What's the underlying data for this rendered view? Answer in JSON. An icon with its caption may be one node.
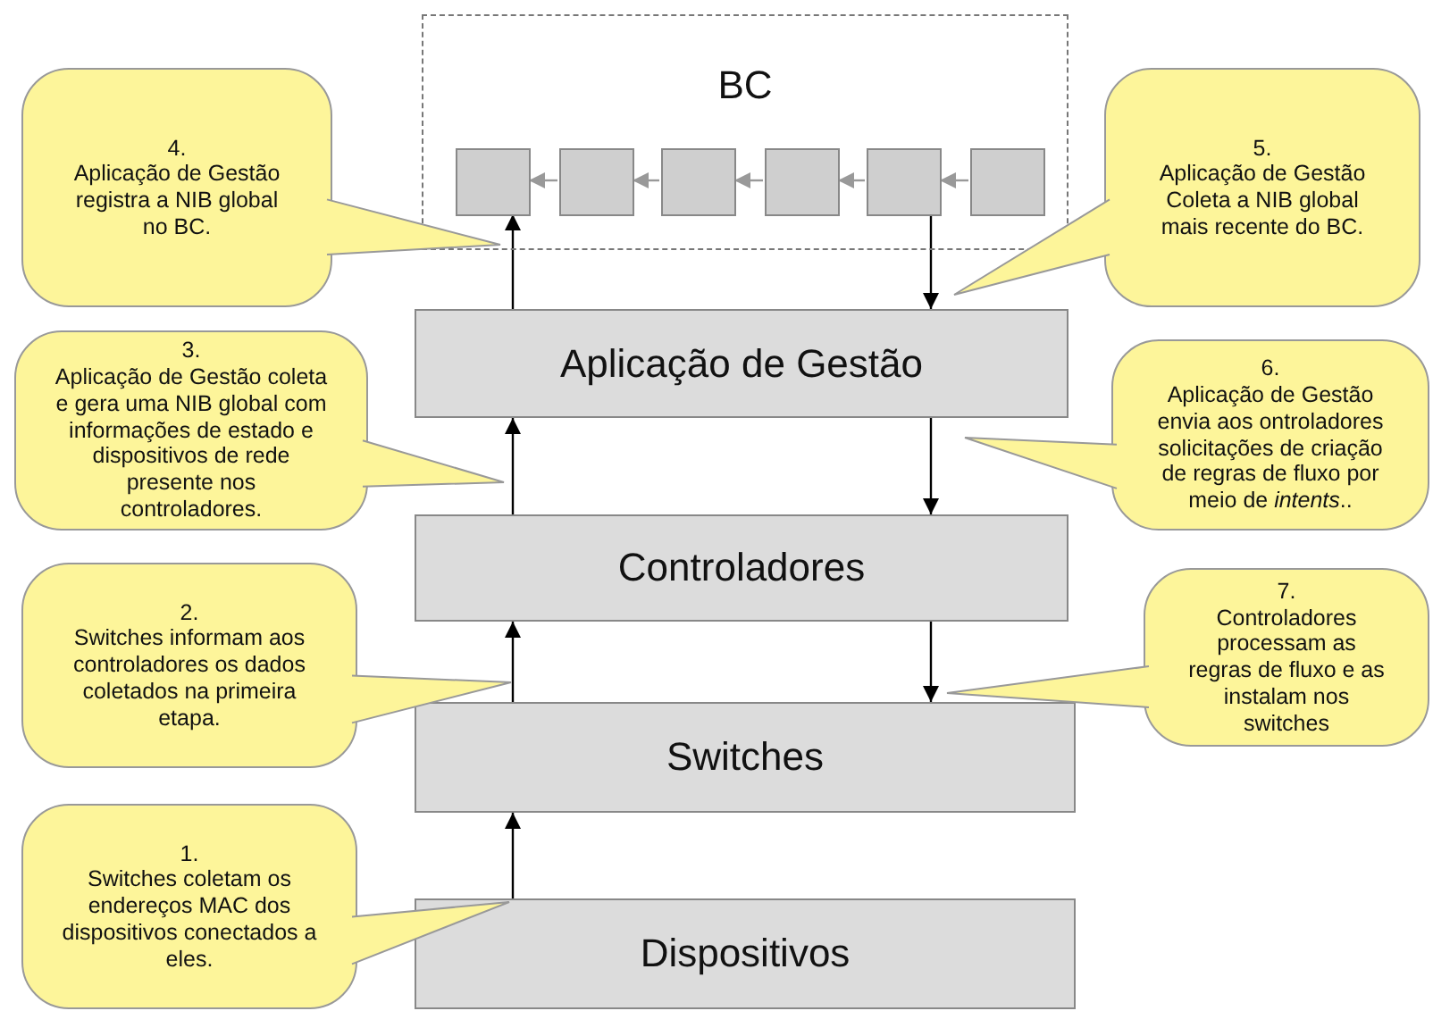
{
  "diagram": {
    "nodes": [
      {
        "text": [
          "BC"
        ]
      },
      {
        "text": [],
        "shape": "box",
        "in": 0
      },
      {
        "text": [],
        "shape": "box",
        "in": 0
      },
      {
        "text": [],
        "shape": "box",
        "in": 0
      },
      {
        "text": [],
        "shape": "box",
        "in": 0
      },
      {
        "text": [],
        "shape": "box",
        "in": 0
      },
      {
        "text": [],
        "shape": "box",
        "in": 0
      },
      {
        "text": [
          "Aplicação de Gestão"
        ]
      },
      {
        "text": [
          "Controladores"
        ]
      },
      {
        "text": [
          "Switches"
        ]
      },
      {
        "text": [
          "Dispositivos"
        ]
      },
      {
        "text": [
          "4.",
          "Aplicação de Gestão registra a NIB global no BC."
        ]
      },
      {
        "text": [
          "5.",
          "Aplicação de Gestão Coleta a NIB global mais recente do BC."
        ]
      },
      {
        "text": [
          "3.",
          "Aplicação de Gestão coleta e gera uma NIB global com informações de estado e dispositivos de rede presente nos controladores."
        ]
      },
      {
        "text": [
          "6.",
          "Aplicação de Gestão envia aos ontroladores solicitações de criação de regras de fluxo por meio de *intents*.."
        ]
      },
      {
        "text": [
          "2.",
          "Switches informam aos controladores os dados coletados na primeira etapa."
        ]
      },
      {
        "text": [
          "7.",
          "Controladores processam as regras de fluxo e as instalam nos switches"
        ]
      },
      {
        "text": [
          "1.",
          "Switches coletam os endereços MAC dos dispositivos conectados a eles."
        ]
      }
    ],
    "edges": [
      {
        "from": 2,
        "to": 1,
        "arrow": "to",
        "color": "#999999"
      },
      {
        "from": 3,
        "to": 2,
        "arrow": "to",
        "color": "#999999"
      },
      {
        "from": 4,
        "to": 3,
        "arrow": "to",
        "color": "#999999"
      },
      {
        "from": 5,
        "to": 4,
        "arrow": "to",
        "color": "#999999"
      },
      {
        "from": 6,
        "to": 5,
        "arrow": "to",
        "color": "#999999"
      },
      {
        "from": 10,
        "to": 9,
        "arrow": "to"
      },
      {
        "from": 9,
        "to": 8,
        "arrow": "to"
      },
      {
        "from": 8,
        "to": 7,
        "arrow": "to"
      },
      {
        "from": 7,
        "to": 1,
        "arrow": "to"
      },
      {
        "from": 5,
        "to": 7,
        "arrow": "to"
      },
      {
        "from": 7,
        "to": 8,
        "arrow": "to"
      },
      {
        "from": 8,
        "to": 9,
        "arrow": "to"
      }
    ]
  }
}
